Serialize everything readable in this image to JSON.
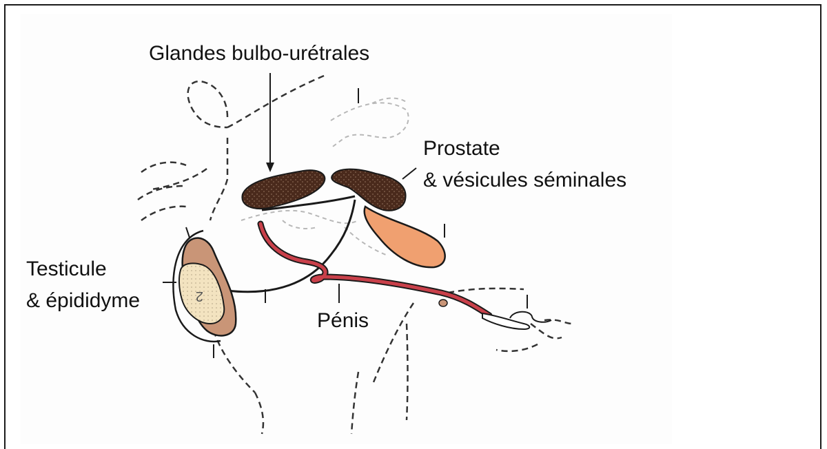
{
  "labels": {
    "glandes": "Glandes bulbo-urétrales",
    "prostate_line1": "Prostate",
    "prostate_line2": "& vésicules séminales",
    "testicule_line1": "Testicule",
    "testicule_line2": "& épididyme",
    "penis": "Pénis"
  },
  "colors": {
    "gland_brown": "#4a2a1c",
    "vesicle_orange": "#f0a070",
    "penis_red": "#c9404a",
    "testis_cream": "#f3e3c0",
    "epididymis_pink": "#c99577",
    "outline": "#1a1a1a",
    "faint_outline": "#b8b8b8"
  }
}
